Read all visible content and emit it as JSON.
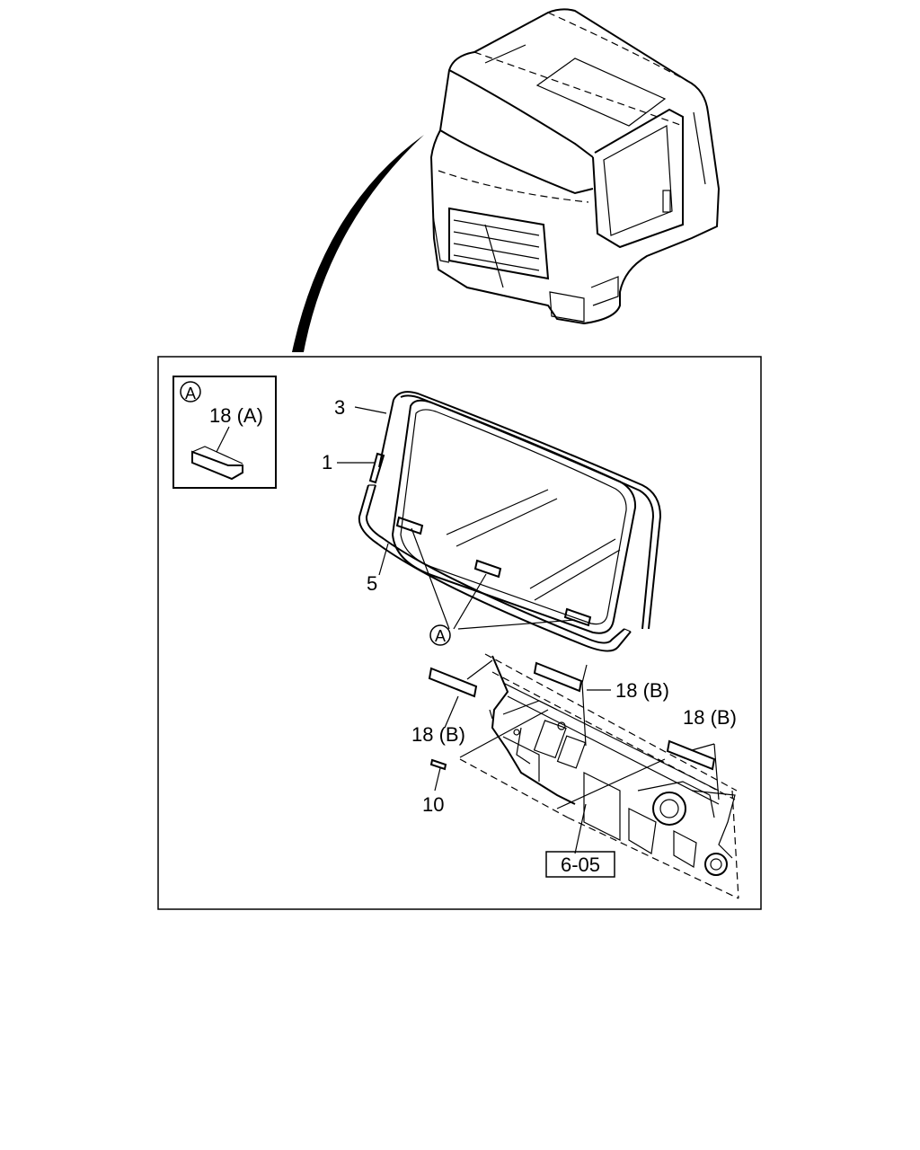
{
  "callouts": {
    "detail_marker": "A",
    "part_18A": "18 (A)",
    "part_3": "3",
    "part_1": "1",
    "part_5": "5",
    "marker_a": "A",
    "part_18B_right": "18 (B)",
    "part_18B_left": "18 (B)",
    "part_18B_far": "18 (B)",
    "part_10": "10",
    "ref_box": "6-05"
  }
}
